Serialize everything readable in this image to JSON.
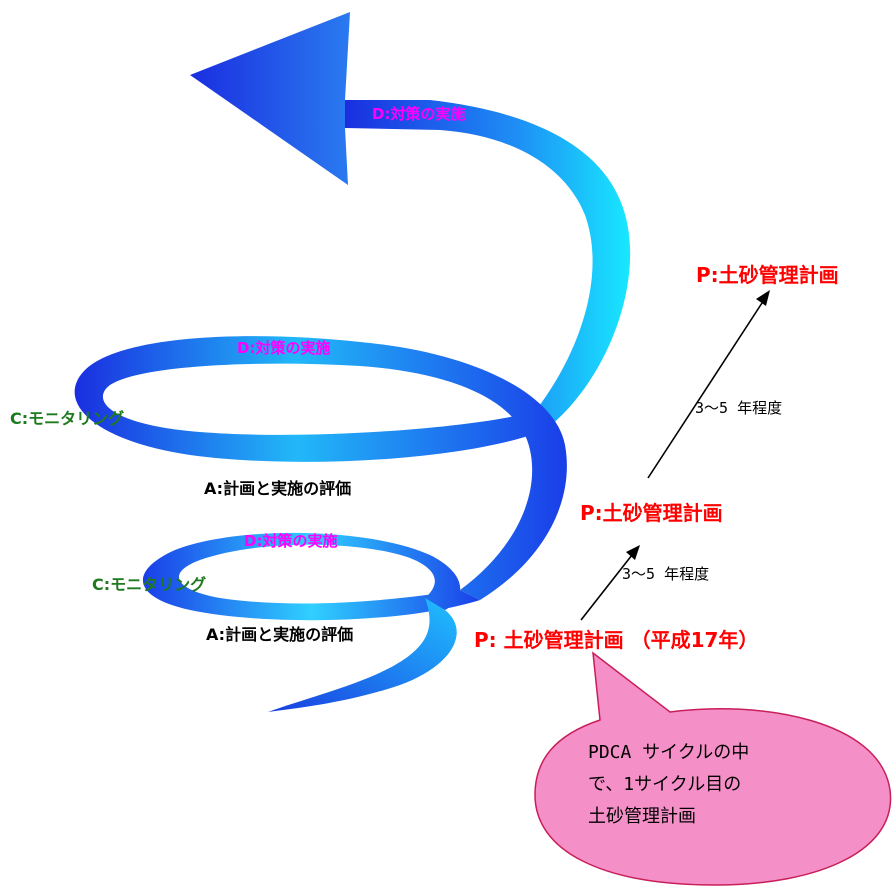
{
  "colors": {
    "spiral_dark": "#1a2ee0",
    "spiral_light": "#18e8ff",
    "plan_text": "#ff0000",
    "do_text": "#ff00ff",
    "check_text": "#1e7a1e",
    "act_text": "#000000",
    "bubble_fill": "#f58fc7",
    "bubble_stroke": "#c81e5a"
  },
  "cycle3": {
    "do_label": "D:対策の実施",
    "plan_label": "P:土砂管理計画"
  },
  "cycle2": {
    "do_label": "D:対策の実施",
    "check_label": "C:モニタリング",
    "act_label": "A:計画と実施の評価",
    "plan_label": "P:土砂管理計画",
    "interval_label": "3～5 年程度"
  },
  "cycle1": {
    "do_label": "D:対策の実施",
    "check_label": "C:モニタリング",
    "act_label": "A:計画と実施の評価",
    "plan_label": "P: 土砂管理計画 （平成17年）",
    "interval_label": "3～5 年程度"
  },
  "callout": {
    "lines": [
      "PDCA サイクルの中",
      "で、1サイクル目の",
      "土砂管理計画"
    ]
  }
}
